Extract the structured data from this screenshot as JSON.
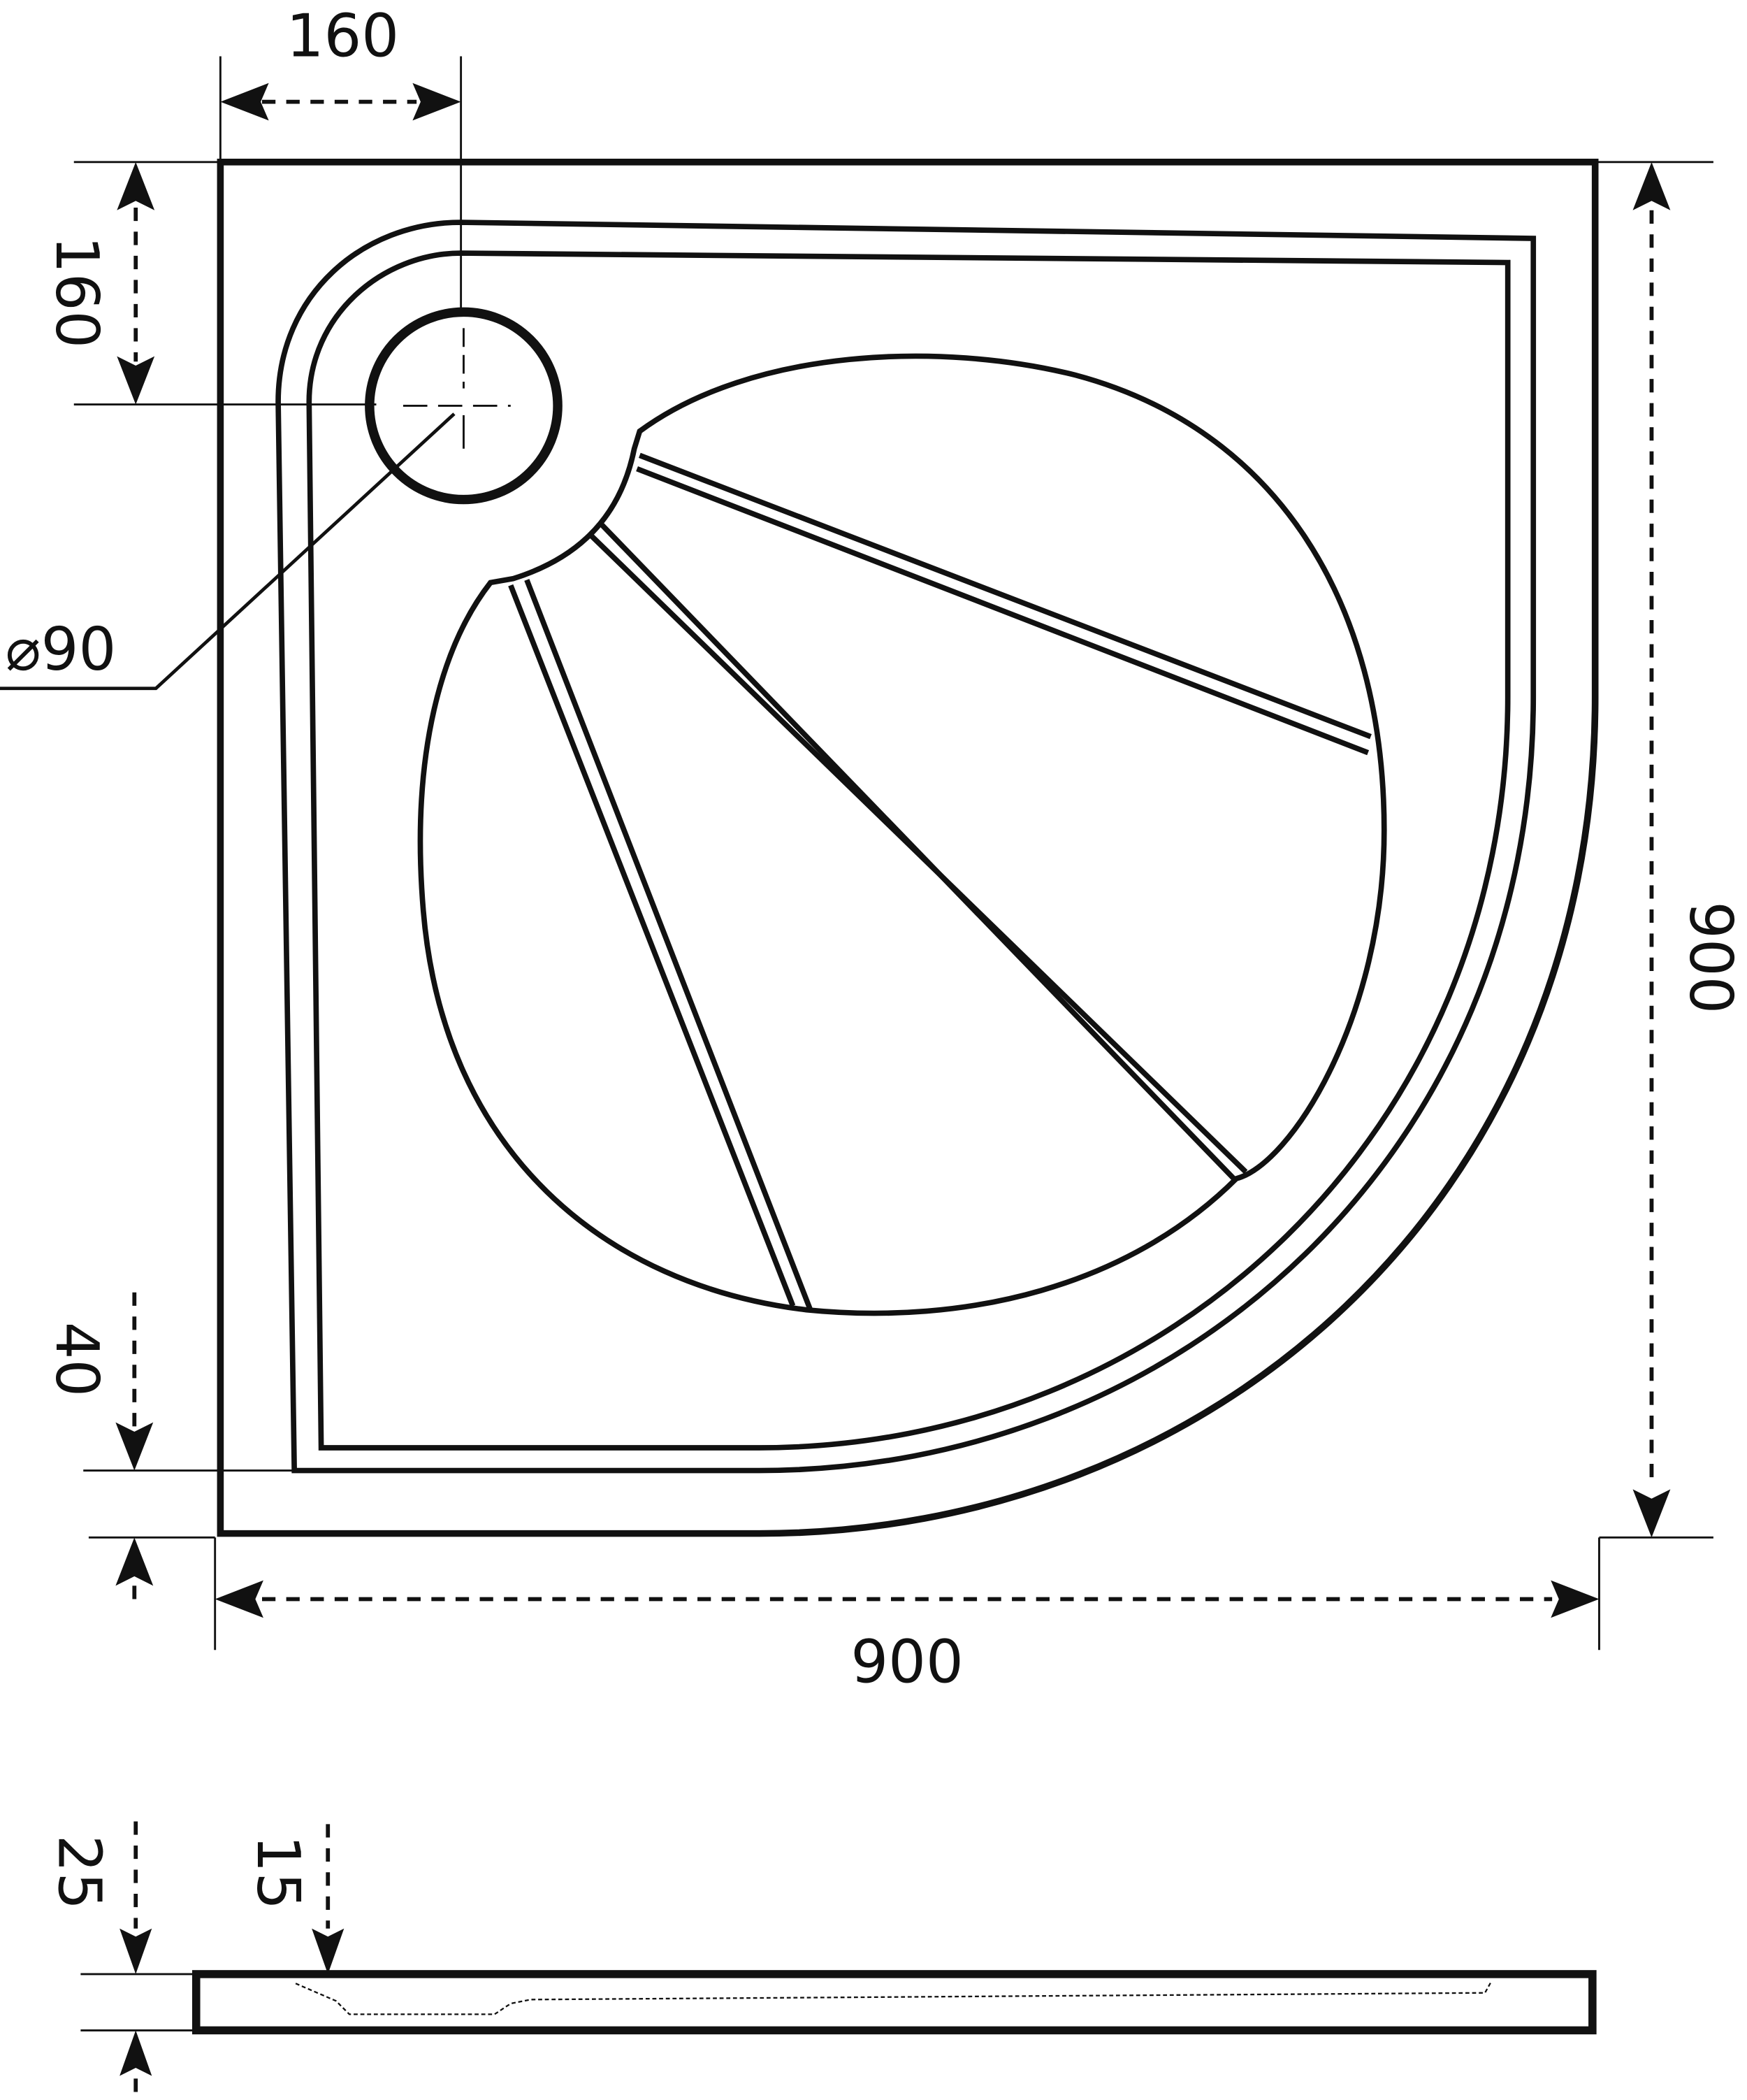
{
  "drawing": {
    "title": "Quarter-round shower tray technical drawing",
    "colors": {
      "line": "#111111",
      "background": "#ffffff"
    },
    "plan_view": {
      "dimensions": {
        "drain_offset_x": "160",
        "drain_offset_y": "160",
        "drain_diameter": "⌀90",
        "rim_width": "40",
        "width": "900",
        "depth": "900"
      }
    },
    "side_view": {
      "dimensions": {
        "total_height": "25",
        "inner_depth": "15"
      }
    }
  }
}
